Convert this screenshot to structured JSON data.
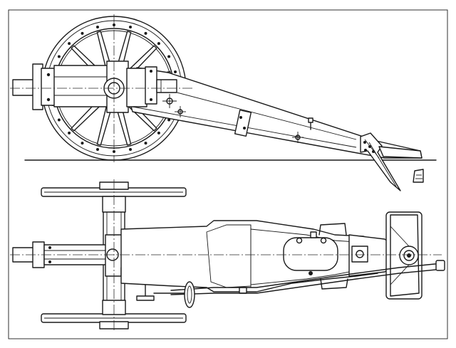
{
  "drawing": {
    "views": [
      "side-elevation",
      "plan-view"
    ],
    "components": [
      "wheel",
      "barrel",
      "breech",
      "trail",
      "spade",
      "axle",
      "handwheel",
      "trail-handle",
      "trail-eye"
    ],
    "colors": {
      "paper": "#ffffff",
      "ink": "#1a1a1a"
    }
  }
}
